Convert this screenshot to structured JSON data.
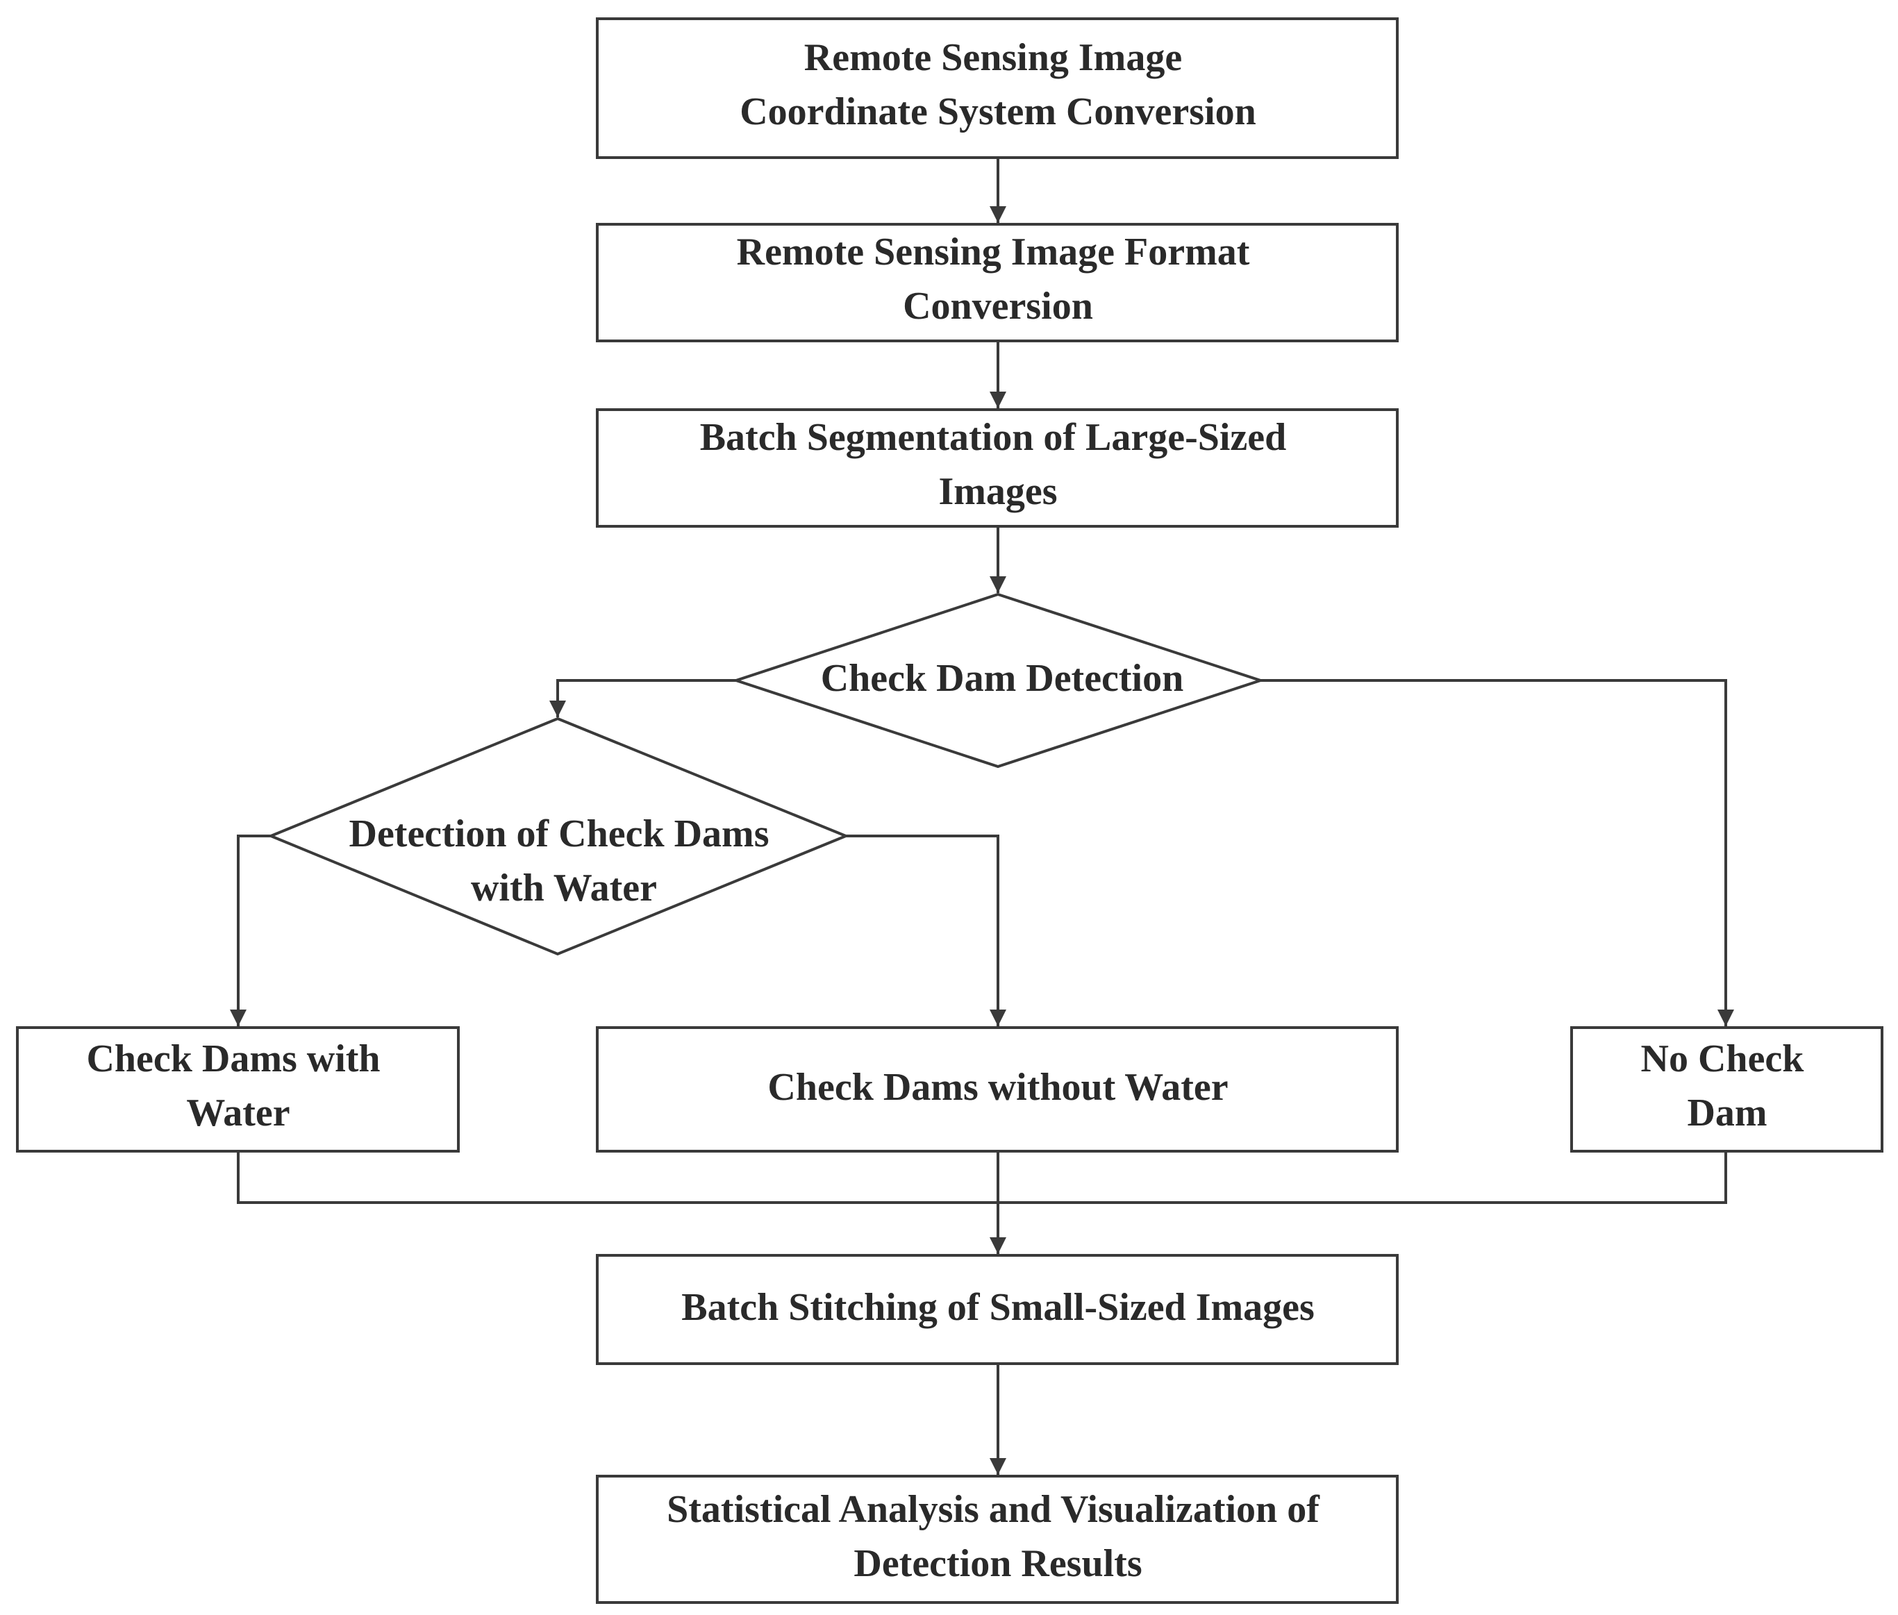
{
  "diagram": {
    "type": "flowchart",
    "nodes": {
      "coord_conversion": {
        "shape": "process",
        "lines": [
          "Remote Sensing Image",
          "Coordinate System Conversion"
        ]
      },
      "format_conversion": {
        "shape": "process",
        "lines": [
          "Remote Sensing Image Format",
          "Conversion"
        ]
      },
      "batch_segmentation": {
        "shape": "process",
        "lines": [
          "Batch Segmentation of Large-Sized",
          "Images"
        ]
      },
      "check_dam_detection": {
        "shape": "decision",
        "lines": [
          "Check Dam Detection"
        ]
      },
      "water_detection": {
        "shape": "decision",
        "lines": [
          "Detection of Check Dams",
          "with Water"
        ]
      },
      "dams_with_water": {
        "shape": "process",
        "lines": [
          "Check Dams with",
          "Water"
        ]
      },
      "dams_without_water": {
        "shape": "process",
        "lines": [
          "Check Dams without Water"
        ]
      },
      "no_check_dam": {
        "shape": "process",
        "lines": [
          "No Check",
          "Dam"
        ]
      },
      "batch_stitching": {
        "shape": "process",
        "lines": [
          "Batch Stitching of Small-Sized Images"
        ]
      },
      "statistical_analysis": {
        "shape": "process",
        "lines": [
          "Statistical Analysis and Visualization of",
          "Detection Results"
        ]
      }
    },
    "edges": [
      {
        "from": "coord_conversion",
        "to": "format_conversion"
      },
      {
        "from": "format_conversion",
        "to": "batch_segmentation"
      },
      {
        "from": "batch_segmentation",
        "to": "check_dam_detection"
      },
      {
        "from": "check_dam_detection",
        "to": "water_detection"
      },
      {
        "from": "check_dam_detection",
        "to": "no_check_dam"
      },
      {
        "from": "water_detection",
        "to": "dams_with_water"
      },
      {
        "from": "water_detection",
        "to": "dams_without_water"
      },
      {
        "from": "dams_with_water",
        "to": "batch_stitching"
      },
      {
        "from": "dams_without_water",
        "to": "batch_stitching"
      },
      {
        "from": "no_check_dam",
        "to": "batch_stitching"
      },
      {
        "from": "batch_stitching",
        "to": "statistical_analysis"
      }
    ]
  }
}
